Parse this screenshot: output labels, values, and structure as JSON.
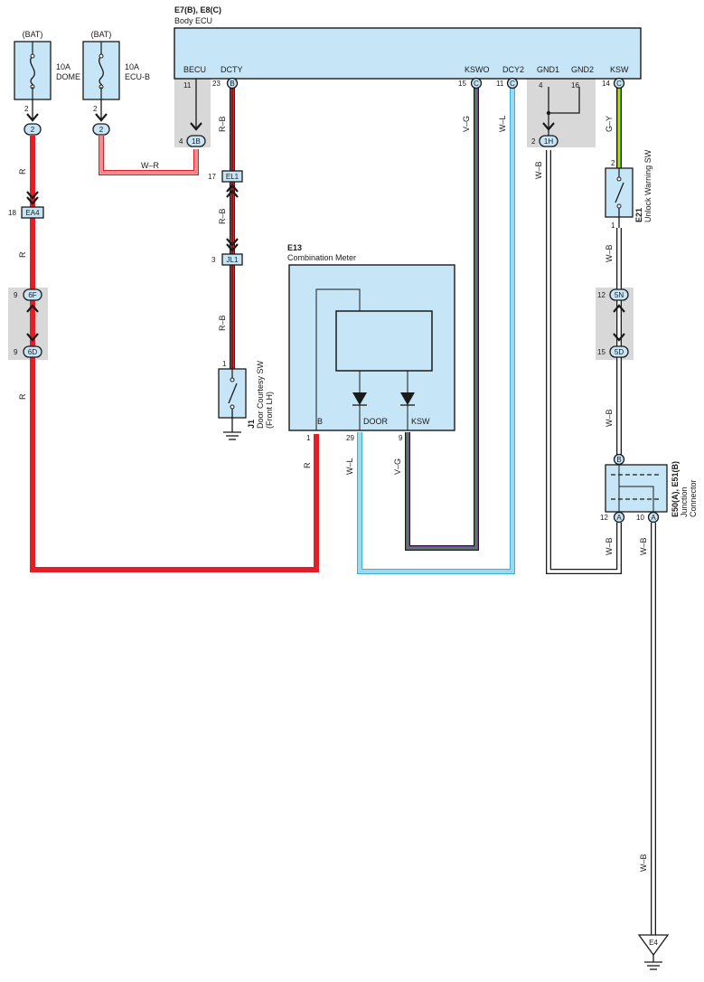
{
  "colors": {
    "component_fill": "#c6e6f7",
    "component_stroke": "#1a1a1a",
    "shade": "#d8d8d8",
    "wire_R": "#e21f26",
    "wire_RB": "#e21f26",
    "wire_WR": "#e21f26",
    "wire_VG_violet": "#7b3fa0",
    "wire_VG_green": "#38a838",
    "wire_WL": "#3ab0dc",
    "wire_GY_green": "#38a838",
    "wire_GY_yellow": "#f2e200",
    "wire_WB": "#1a1a1a"
  },
  "body_ecu": {
    "code": "E7(B), E8(C)",
    "name": "Body ECU",
    "terminals": {
      "becu": "BECU",
      "dcty": "DCTY",
      "kswo": "KSWO",
      "dcy2": "DCY2",
      "gnd1": "GND1",
      "gnd2": "GND2",
      "ksw": "KSW"
    },
    "pins": {
      "becu": "11",
      "dcty": "23",
      "kswo": "15",
      "dcy2": "11",
      "gnd1": "4",
      "gnd2": "16",
      "ksw": "14"
    },
    "connector_letters": {
      "dcty": "B",
      "kswo": "C",
      "dcy2": "C",
      "ksw": "C"
    }
  },
  "fuses": [
    {
      "source": "(BAT)",
      "rating": "10A",
      "name": "DOME",
      "pin": "2",
      "connector": "2"
    },
    {
      "source": "(BAT)",
      "rating": "10A",
      "name": "ECU-B",
      "pin": "2",
      "connector": "2"
    }
  ],
  "combination_meter": {
    "code": "E13",
    "name": "Combination Meter",
    "terminals": {
      "b": "B",
      "door": "DOOR",
      "ksw": "KSW"
    },
    "pins": {
      "b": "1",
      "door": "29",
      "ksw": "9"
    }
  },
  "door_courtesy_sw": {
    "code": "J1",
    "name": "Door Courtesy SW",
    "sub": "(Front LH)",
    "pin": "1"
  },
  "unlock_warning_sw": {
    "code": "E21",
    "name": "Unlock Warning SW",
    "pin_top": "2",
    "pin_bottom": "1"
  },
  "junction_connector": {
    "code": "E50(A), E51(B)",
    "name": "Junction",
    "name2": "Connector",
    "pin_top_letter": "B",
    "pin_bottom_left": "12",
    "pin_bottom_left_letter": "A",
    "pin_bottom_right": "10",
    "pin_bottom_right_letter": "A"
  },
  "connectors": {
    "c1b": {
      "label": "1B",
      "pin": "4"
    },
    "c1h": {
      "label": "1H",
      "pin": "2"
    },
    "ea4": {
      "label": "EA4",
      "pin": "18"
    },
    "el1": {
      "label": "EL1",
      "pin": "17"
    },
    "jl1": {
      "label": "JL1",
      "pin": "3"
    },
    "c6f": {
      "label": "6F",
      "pin": "9"
    },
    "c6d": {
      "label": "6D",
      "pin": "9"
    },
    "c5n": {
      "label": "5N",
      "pin": "12"
    },
    "c5d": {
      "label": "5D",
      "pin": "15"
    }
  },
  "ground": {
    "label": "E4"
  },
  "wire_labels": {
    "r1": "R",
    "r2": "R",
    "r3": "R",
    "r4": "R",
    "wr": "W–R",
    "rb1": "R–B",
    "rb2": "R–B",
    "rb3": "R–B",
    "vg1": "V–G",
    "vg2": "V–G",
    "wl1": "W–L",
    "wl2": "W–L",
    "gy": "G–Y",
    "wb1": "W–B",
    "wb2": "W–B",
    "wb3": "W–B",
    "wb4": "W–B",
    "wb5": "W–B",
    "wb6": "W–B"
  }
}
